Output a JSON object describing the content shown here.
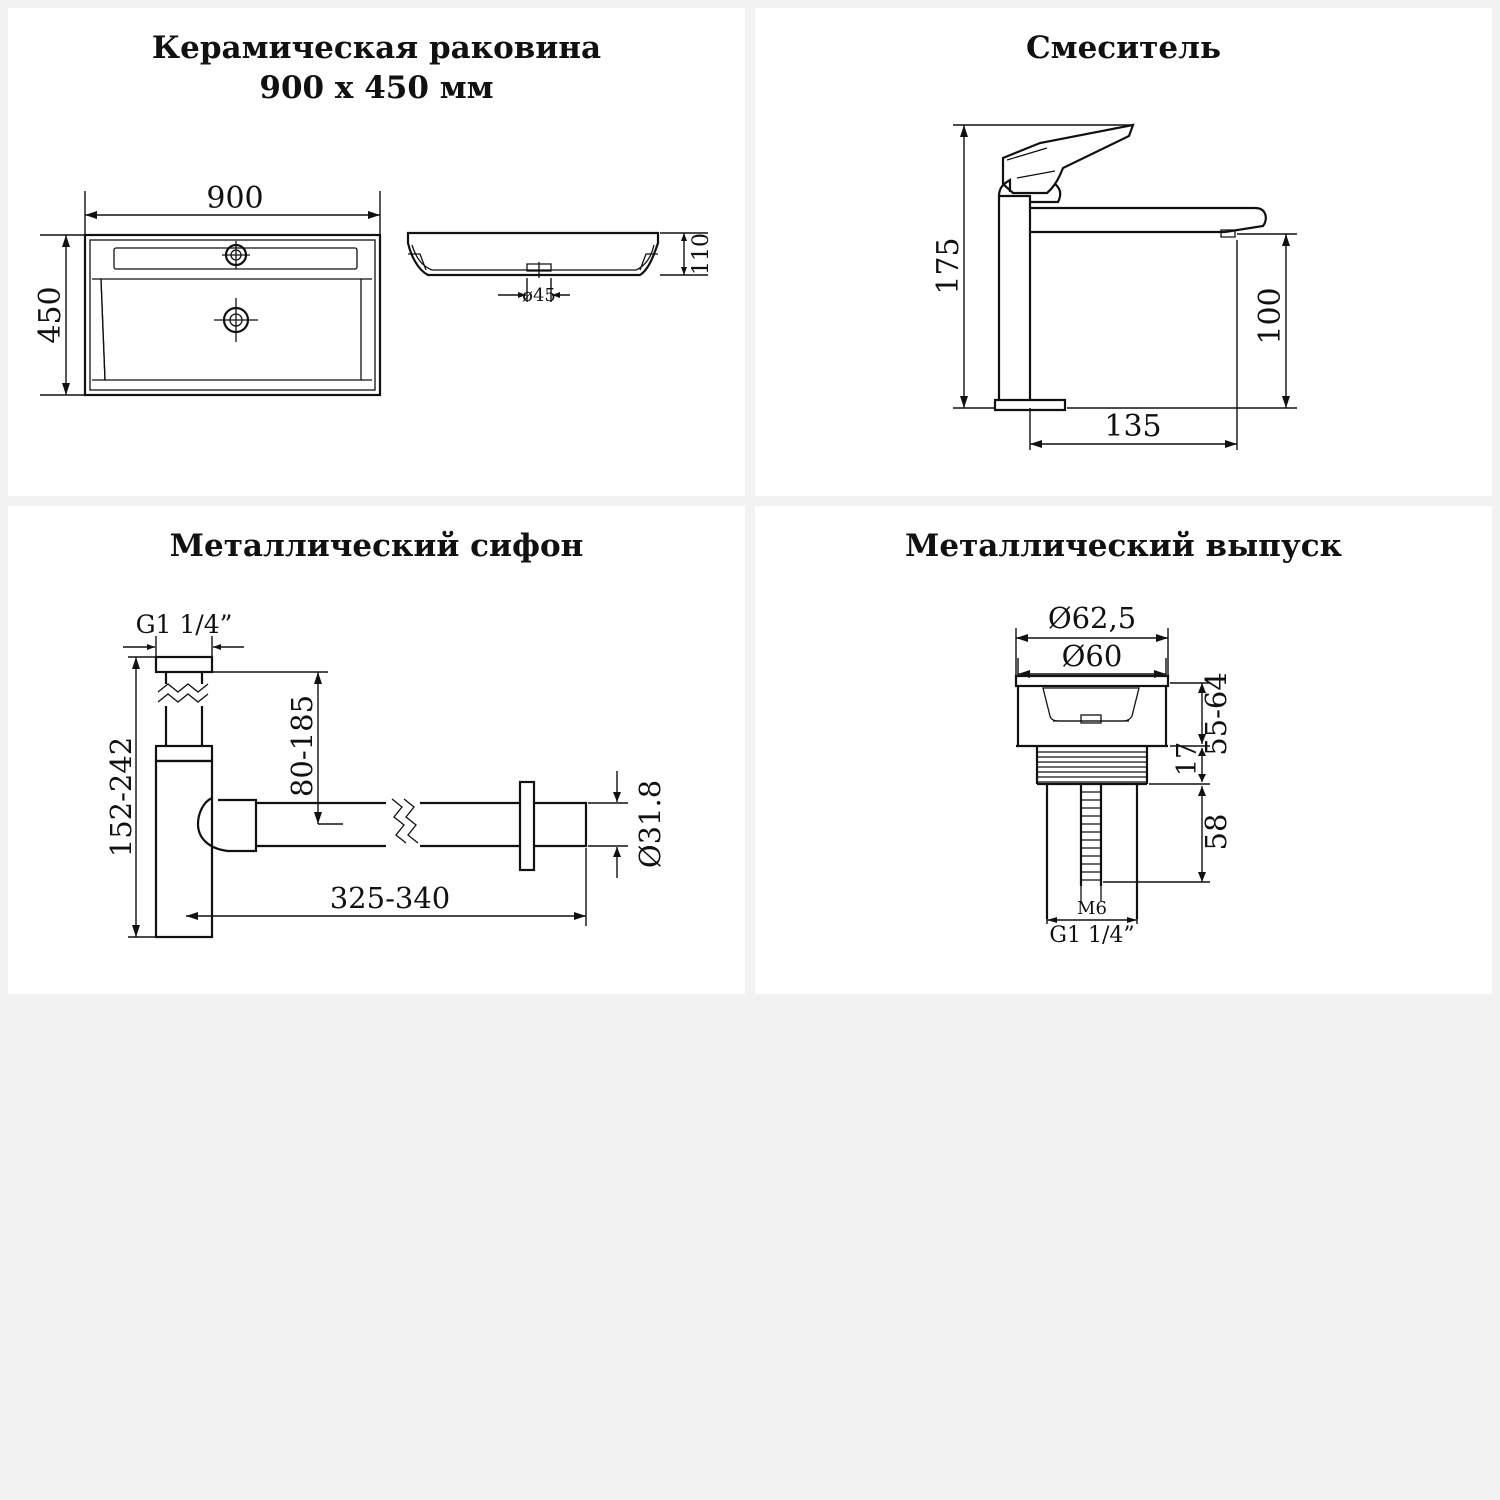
{
  "panels": {
    "sink": {
      "title_line1": "Керамическая раковина",
      "title_line2": "900 х 450 мм",
      "dims": {
        "width": "900",
        "depth": "450",
        "height": "110",
        "drain": "ø45"
      }
    },
    "mixer": {
      "title": "Смеситель",
      "dims": {
        "height": "175",
        "spout_height": "100",
        "reach": "135"
      }
    },
    "siphon": {
      "title": "Металлический сифон",
      "dims": {
        "thread": "G1 1/4”",
        "height_range": "152-242",
        "inlet_range": "80-185",
        "length_range": "325-340",
        "pipe_diameter": "Ø31.8"
      }
    },
    "drain": {
      "title": "Металлический выпуск",
      "dims": {
        "outer_diameter": "Ø62,5",
        "inner_diameter": "Ø60",
        "height_range": "55-64",
        "flange": "17",
        "body_length": "58",
        "rod": "M6",
        "thread": "G1 1/4”"
      }
    }
  }
}
